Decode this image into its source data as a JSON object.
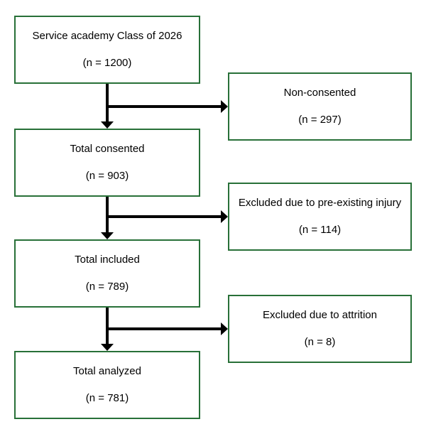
{
  "diagram": {
    "type": "enrollment-flowchart",
    "colors": {
      "box_border": "#287038",
      "box_background": "#ffffff",
      "arrow": "#000000",
      "text": "#000000",
      "page_background": "#ffffff"
    },
    "main_boxes": [
      {
        "label": "Service academy Class of 2026",
        "count": "(n = 1200)"
      },
      {
        "label": "Total consented",
        "count": "(n = 903)"
      },
      {
        "label": "Total included",
        "count": "(n = 789)"
      },
      {
        "label": "Total analyzed",
        "count": "(n = 781)"
      }
    ],
    "side_boxes": [
      {
        "label": "Non-consented",
        "count": "(n = 297)"
      },
      {
        "label": "Excluded due to pre-existing injury",
        "count": "(n = 114)"
      },
      {
        "label": "Excluded due to attrition",
        "count": "(n = 8)"
      }
    ]
  }
}
